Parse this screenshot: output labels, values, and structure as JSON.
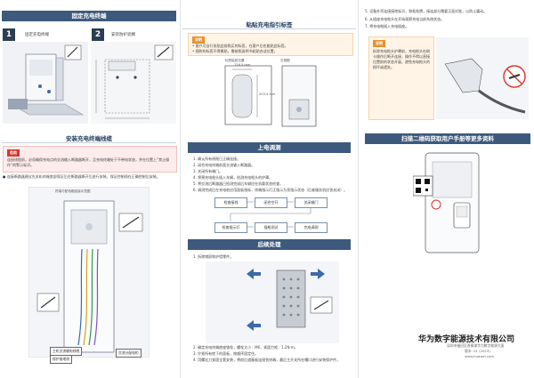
{
  "col1": {
    "section1_title": "固定充电终端",
    "step1": {
      "num": "1",
      "label": "固定充电终端"
    },
    "step2": {
      "num": "2",
      "label": "安装防护遮棚"
    },
    "section2_title": "安装充电终端线缆",
    "warn_tag": "危险",
    "warn_text": "连接线缆前，必须确保充电点的交流输入断路器断开，且充电终端处于不带电状态，并在位置上“禁止操作”的警示标识。",
    "bullet_text": "连接断路器建议先关机终端底部保证后在断路器断开后进行安装，保证控制线在正确控制后安装。",
    "diagram_title": "终端与配电箱连接示意图",
    "callout_main_switch": "主机交流输电线缆",
    "callout_ground": "保护接地线",
    "callout_cabinet": "交流分配电柜"
  },
  "col2": {
    "section1_title": "粘贴充电指引标签",
    "note_tag": "说明",
    "note_lines": [
      "• 客户可自行张贴此前购买的标签，在客户后也能贴此标签。",
      "• 随附的标签不得撕贴，需按照说明书粘贴合适位置。"
    ],
    "dim_label_left": "标签粘贴位置",
    "dim_label_right": "右视图",
    "dim_width": "126.5 mm",
    "dim_height": "203.4 mm",
    "section2_title": "上电调测",
    "power_steps": [
      "1. 确认所有线缆已正确连接。",
      "2. 闭合充电终端前面交流输入断路器。",
      "3. 关闭所有端门。",
      "4. 将预充电枪头插入车辆，检测充电枪头的护罩。",
      "5. 将交流后断路器已检测完成后车辆应在机载状态检查。",
      "6. 调测完成后在充电桩应用面板指标，终端指示灯正指示为亮指示状态（后者服务机应答关闭）。"
    ],
    "flow": [
      "检查接线",
      "闭合空开",
      "关闭端门",
      "检查指示灯",
      "插枪测试",
      "完成调测"
    ],
    "section3_title": "后续处理",
    "after_step1": "1. 拆除储屏和护墙零件。",
    "after_steps": [
      "2. 确定充电终端底座锁栓，螺栓大小：M6，紧固力矩：1.2N·m。",
      "3. 拧紧所有底下的面板，按顺序固定住。",
      "4. 用螺丝刀紧固全套安装，将前后遮蔽板连接到终端，最后主开关所在槽口进行安装保护件。"
    ]
  },
  "col3": {
    "top_steps": [
      "5. 设备外壳连接接地标识，和粘帖牌，接连部分需要正面对准，以防止震动。",
      "6. 从插座充电枪头在开始观察充电当前系统状态。",
      "7. 将充电枪插入充电插座。"
    ],
    "note_tag": "说明",
    "note_text": "拆除充电枪头护罩前，充电枪头在刷卡操作后断开连接，操作不得以直接位置前的状态开展，避免充电枪头的损坏或遗失。",
    "section_title": "扫描二维码获取用户手册等更多资料",
    "company_name": "华为数字能源技术有限公司",
    "company_addr": "深圳市福田区香蜜湖华为数字能源大厦",
    "company_code": "版本: 01 (2023)",
    "company_url": "www.huawei.com"
  },
  "colors": {
    "header_bar": "#3d5a7c",
    "danger": "#d9362b",
    "note": "#e8912f",
    "accent": "#1f3a5c"
  }
}
